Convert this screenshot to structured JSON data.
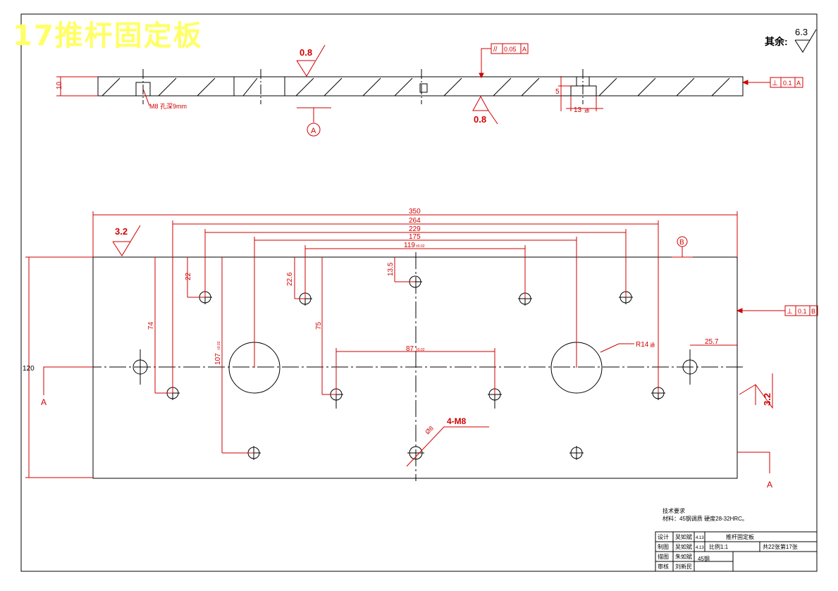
{
  "title": "17推杆固定板",
  "roughness_general": {
    "label": "其余:",
    "value": "6.3"
  },
  "section_view": {
    "thickness": "10",
    "roughness_top": "0.8",
    "roughness_bottom": "0.8",
    "parallelism": {
      "symbol": "//",
      "tolerance": "0.05",
      "datum": "A"
    },
    "perpendicularity": {
      "symbol": "⊥",
      "tolerance": "0.1",
      "datum": "A"
    },
    "thread_note": "M8 孔深9mm",
    "counterbore_depth": "5",
    "counterbore_dia": "13",
    "counterbore_dia_suffix": "通",
    "datum_label": "A"
  },
  "plan_view": {
    "dims": {
      "d350": "350",
      "d264": "264",
      "d229": "229",
      "d175": "175",
      "d119": "119",
      "d119_tol": "±0.02",
      "d87": "87",
      "d87_tol": "±0.02",
      "d25_7": "25.7",
      "d120": "120",
      "d22": "22",
      "d22_6": "22.6",
      "d13_5": "13.5",
      "d74": "74",
      "d75": "75",
      "d107": "107",
      "d107_tol": "±0.02",
      "r14": "R14",
      "r14_suffix": "通",
      "m8_note": "4-M8",
      "dia8": "Ø8"
    },
    "roughness_left": "3.2",
    "roughness_right": "3.2",
    "datum_b": "B",
    "perpendicularity_b": {
      "symbol": "⊥",
      "tolerance": "0.1",
      "datum": "B"
    },
    "section_marker_left": "A",
    "section_marker_right": "A"
  },
  "tech_notes": {
    "heading": "技术要求",
    "material": "材料：45钢调质  硬度28-32HRC。"
  },
  "title_block": {
    "r1": [
      "设计",
      "吴如斌",
      "4.13",
      "推杆固定板"
    ],
    "r2": [
      "制图",
      "吴如斌",
      "4.13",
      "比例1:1",
      "共22张第17张"
    ],
    "r3": [
      "描图",
      "朱如斌",
      "",
      "45钢"
    ],
    "r4": [
      "审核",
      "刘新民"
    ]
  },
  "colors": {
    "outline": "#000000",
    "dimension": "#e00000",
    "title": "#ffff66"
  }
}
